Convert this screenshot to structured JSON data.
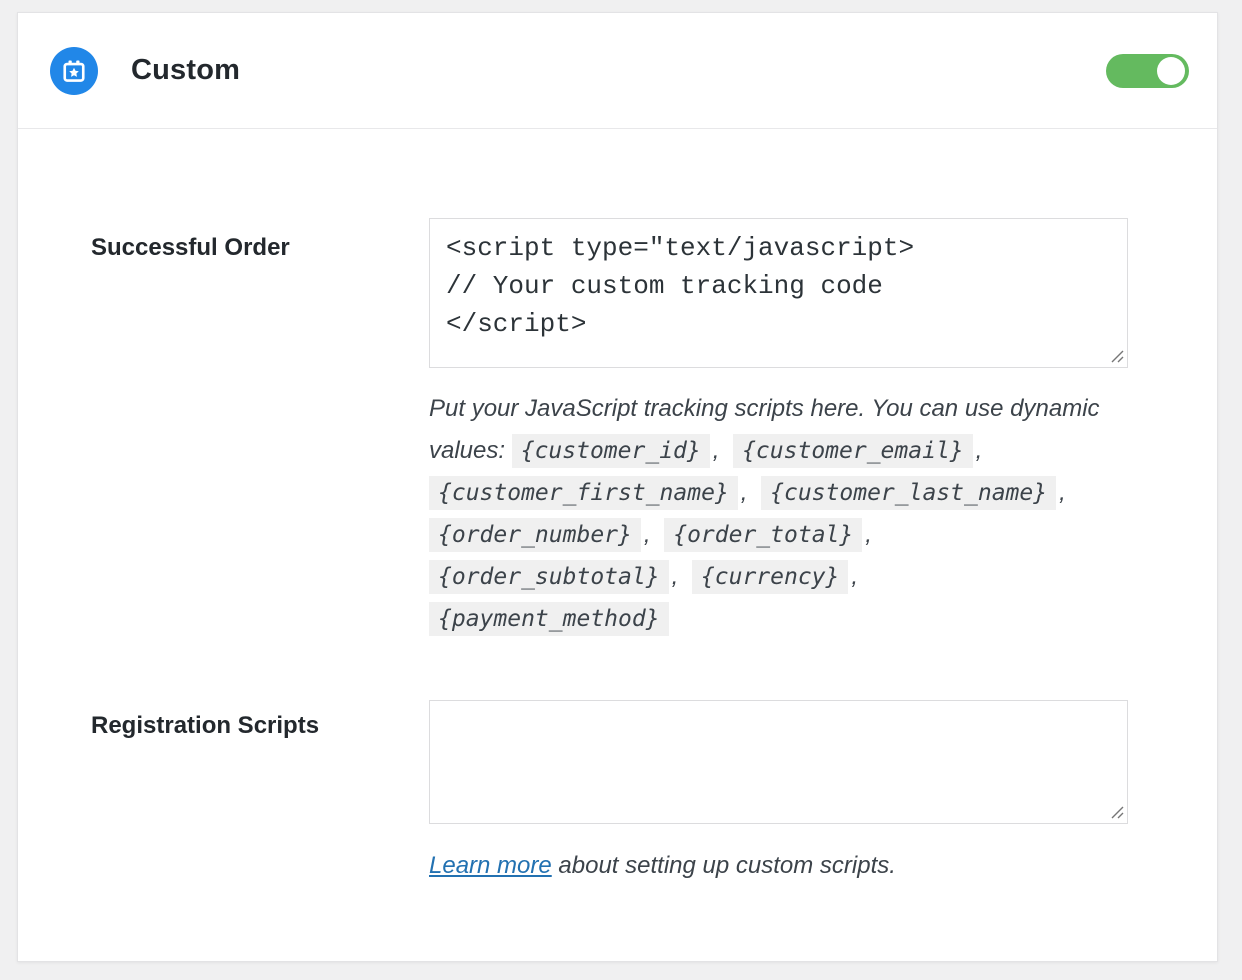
{
  "colors": {
    "page_bg": "#f0f0f1",
    "card_bg": "#ffffff",
    "icon_bg": "#2187e8",
    "toggle_on": "#64ba5f",
    "heading_text": "#23282d",
    "help_text": "#3c434a",
    "token_bg": "#f0f0f0",
    "link": "#2271b1"
  },
  "header": {
    "title": "Custom",
    "icon": "calendar-star-icon",
    "toggle": {
      "state": "on"
    }
  },
  "successful_order": {
    "label": "Successful Order",
    "textarea_value": "<script type=\"text/javascript>\n// Your custom tracking code\n</script>",
    "help_intro": "Put your JavaScript tracking scripts here. You can use dynamic values: ",
    "token_separator": ",",
    "tokens": [
      "{customer_id}",
      "{customer_email}",
      "{customer_first_name}",
      "{customer_last_name}",
      "{order_number}",
      "{order_total}",
      "{order_subtotal}",
      "{currency}",
      "{payment_method}"
    ]
  },
  "registration": {
    "label": "Registration Scripts",
    "textarea_value": "",
    "link_text": "Learn more",
    "help_rest": " about setting up custom scripts."
  }
}
